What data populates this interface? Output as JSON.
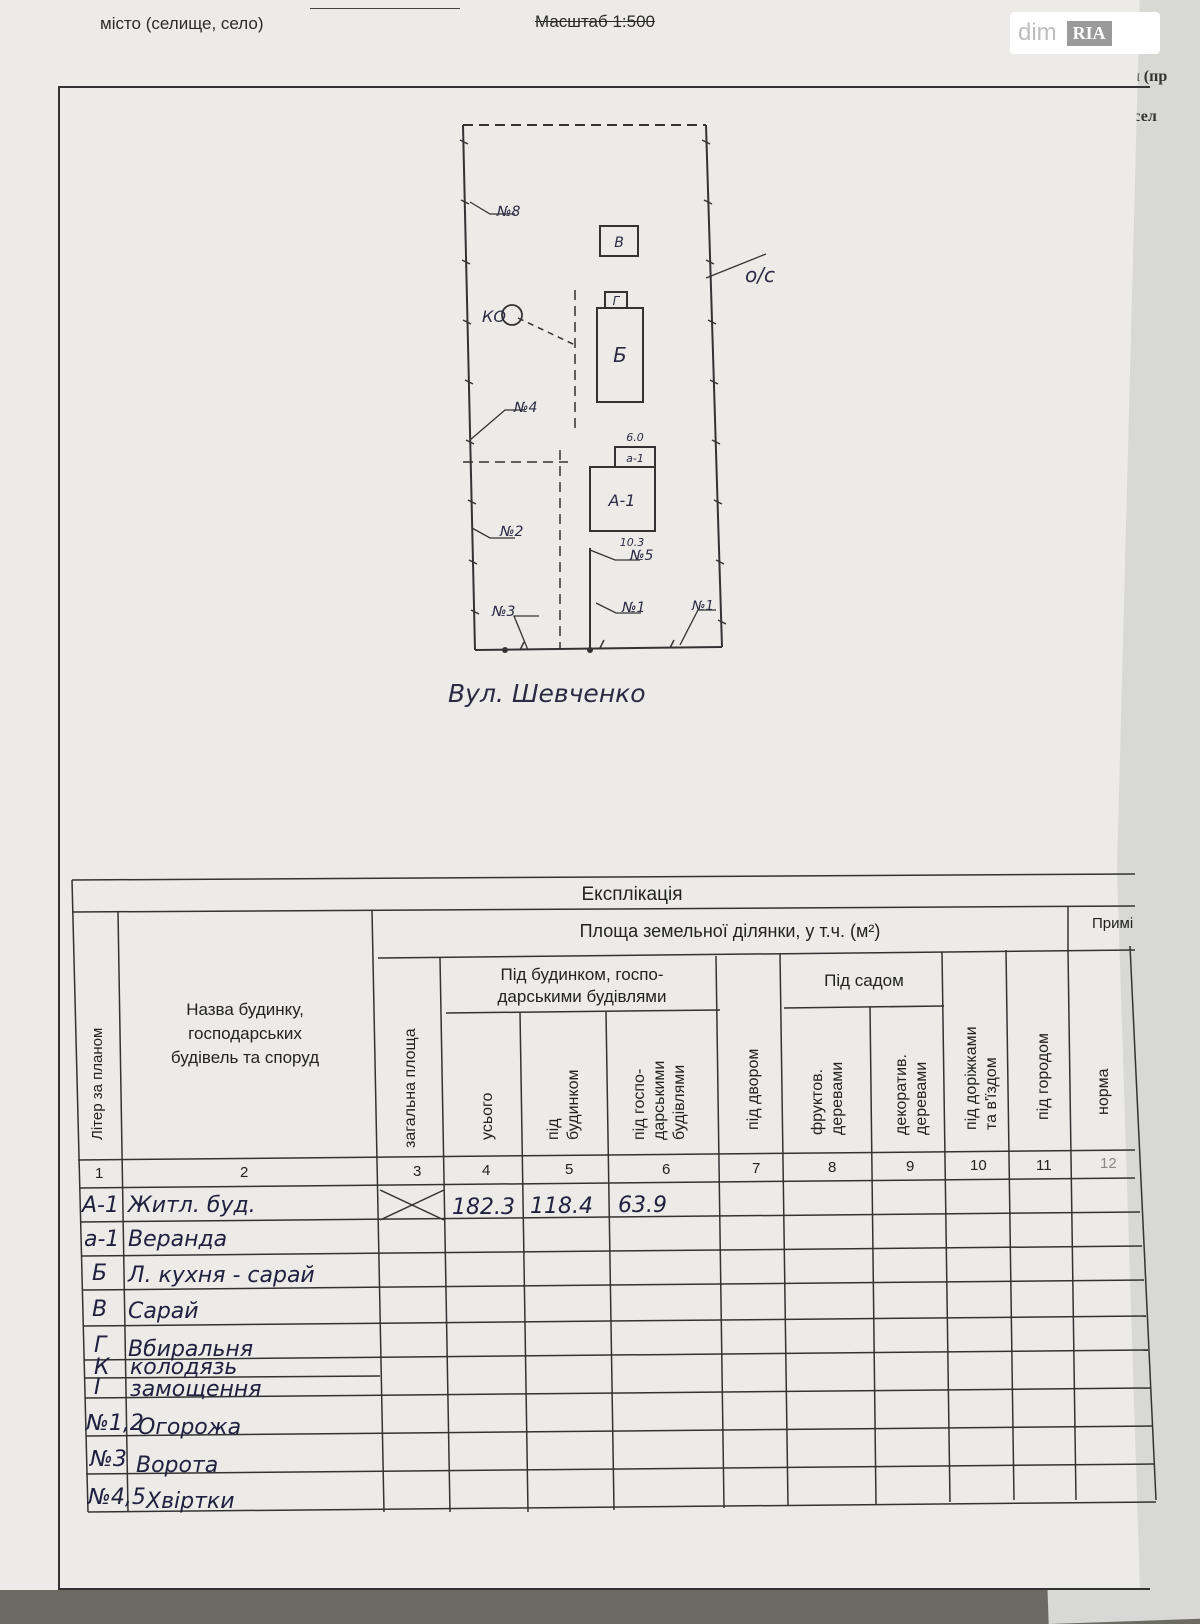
{
  "header": {
    "locality_label": "місто (селище, село)",
    "scale_label": "Масштаб 1:500",
    "back_street_label": "вулиця (пр",
    "back_city_label": "місто (сел"
  },
  "watermark": {
    "dim": "dim",
    "ria": "RIA"
  },
  "plan": {
    "building_v": "В",
    "building_b": "Б",
    "building_g": "Г",
    "building_a1": "А-1",
    "veranda_a1": "а-1",
    "label_ko": "КО",
    "label_os": "о/с",
    "label_n8": "№8",
    "label_n4": "№4",
    "label_n2": "№2",
    "label_n5": "№5",
    "label_n1_left": "№1",
    "label_n1_right": "№1",
    "label_n3": "№3",
    "dim_width": "6.0",
    "dim_length": "10.3",
    "street": "Вул. Шевченко"
  },
  "explication": {
    "title": "Експлікація",
    "area_header": "Площа земельної ділянки, у т.ч. (м²)",
    "note_header": "Примі",
    "col_letter": "Літер за планом",
    "col_name": [
      "Назва будинку,",
      "господарських",
      "будівель та споруд"
    ],
    "col_total": "загальна площа",
    "group_buildings": [
      "Під будинком, госпо-",
      "дарськими будівлями"
    ],
    "col_all": "усього",
    "col_house": [
      "під",
      "будинком"
    ],
    "col_outbuildings": [
      "під госпо-",
      "дарськими",
      "будівлями"
    ],
    "col_yard": "під двором",
    "group_garden": "Під садом",
    "col_fruit": [
      "фруктов.",
      "деревами"
    ],
    "col_decor": [
      "декоратив.",
      "деревами"
    ],
    "col_paths": [
      "під доріжками",
      "та в'їздом"
    ],
    "col_vegetable": "під городом",
    "col_norm": "норма",
    "col_numbers": [
      "1",
      "2",
      "3",
      "4",
      "5",
      "6",
      "7",
      "8",
      "9",
      "10",
      "11",
      "12"
    ],
    "rows": [
      {
        "letter": "А-1",
        "name": "Житл. буд.",
        "all": "182.3",
        "house": "118.4",
        "outbuildings": "63.9"
      },
      {
        "letter": "а-1",
        "name": "Веранда"
      },
      {
        "letter": "Б",
        "name": "Л. кухня - сарай"
      },
      {
        "letter": "В",
        "name": "Сарай"
      },
      {
        "letter": "Г",
        "name": "Вбиральня"
      },
      {
        "letter": "К",
        "name": "колодязь"
      },
      {
        "letter": "І",
        "name": "замощення"
      },
      {
        "letter": "№1,2",
        "name": "Огорожа"
      },
      {
        "letter": "№3",
        "name": "Ворота"
      },
      {
        "letter": "№4,5",
        "name": "Хвіртки"
      }
    ]
  }
}
